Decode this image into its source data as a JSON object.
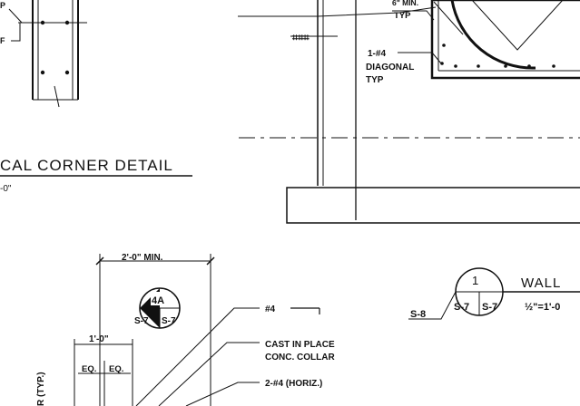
{
  "sheet": {
    "labels": {
      "p_mark": "P",
      "f_mark": "F",
      "typ_top": "TYP",
      "min_top": "6\" MIN.",
      "rebar_1_4": "1-#4",
      "diagonal": "DIAGONAL",
      "typ_diag": "TYP",
      "corner_detail_title": "CAL  CORNER  DETAIL",
      "corner_detail_scale": "-0\"",
      "dim_2ft_min": "2'-0\"  MIN.",
      "section_4a_number": "4A",
      "section_4a_sheet_left": "S-7",
      "section_4a_sheet_right": "S-7",
      "dim_1ft": "1'-0\"",
      "eq_left": "EQ.",
      "eq_right": "EQ.",
      "callout_bar4": "#4",
      "callout_cast_1": "CAST IN PLACE",
      "callout_cast_2": "CONC. COLLAR",
      "callout_horiz": "2-#4 (HORIZ.)",
      "vertical_typ": "R (TYP.)",
      "wall_ref_sheet": "S-8",
      "wall_bubble_number": "1",
      "wall_bubble_left": "S-7",
      "wall_bubble_right": "S-7",
      "wall_title": "WALL",
      "wall_scale": "½\"=1'-0"
    }
  }
}
